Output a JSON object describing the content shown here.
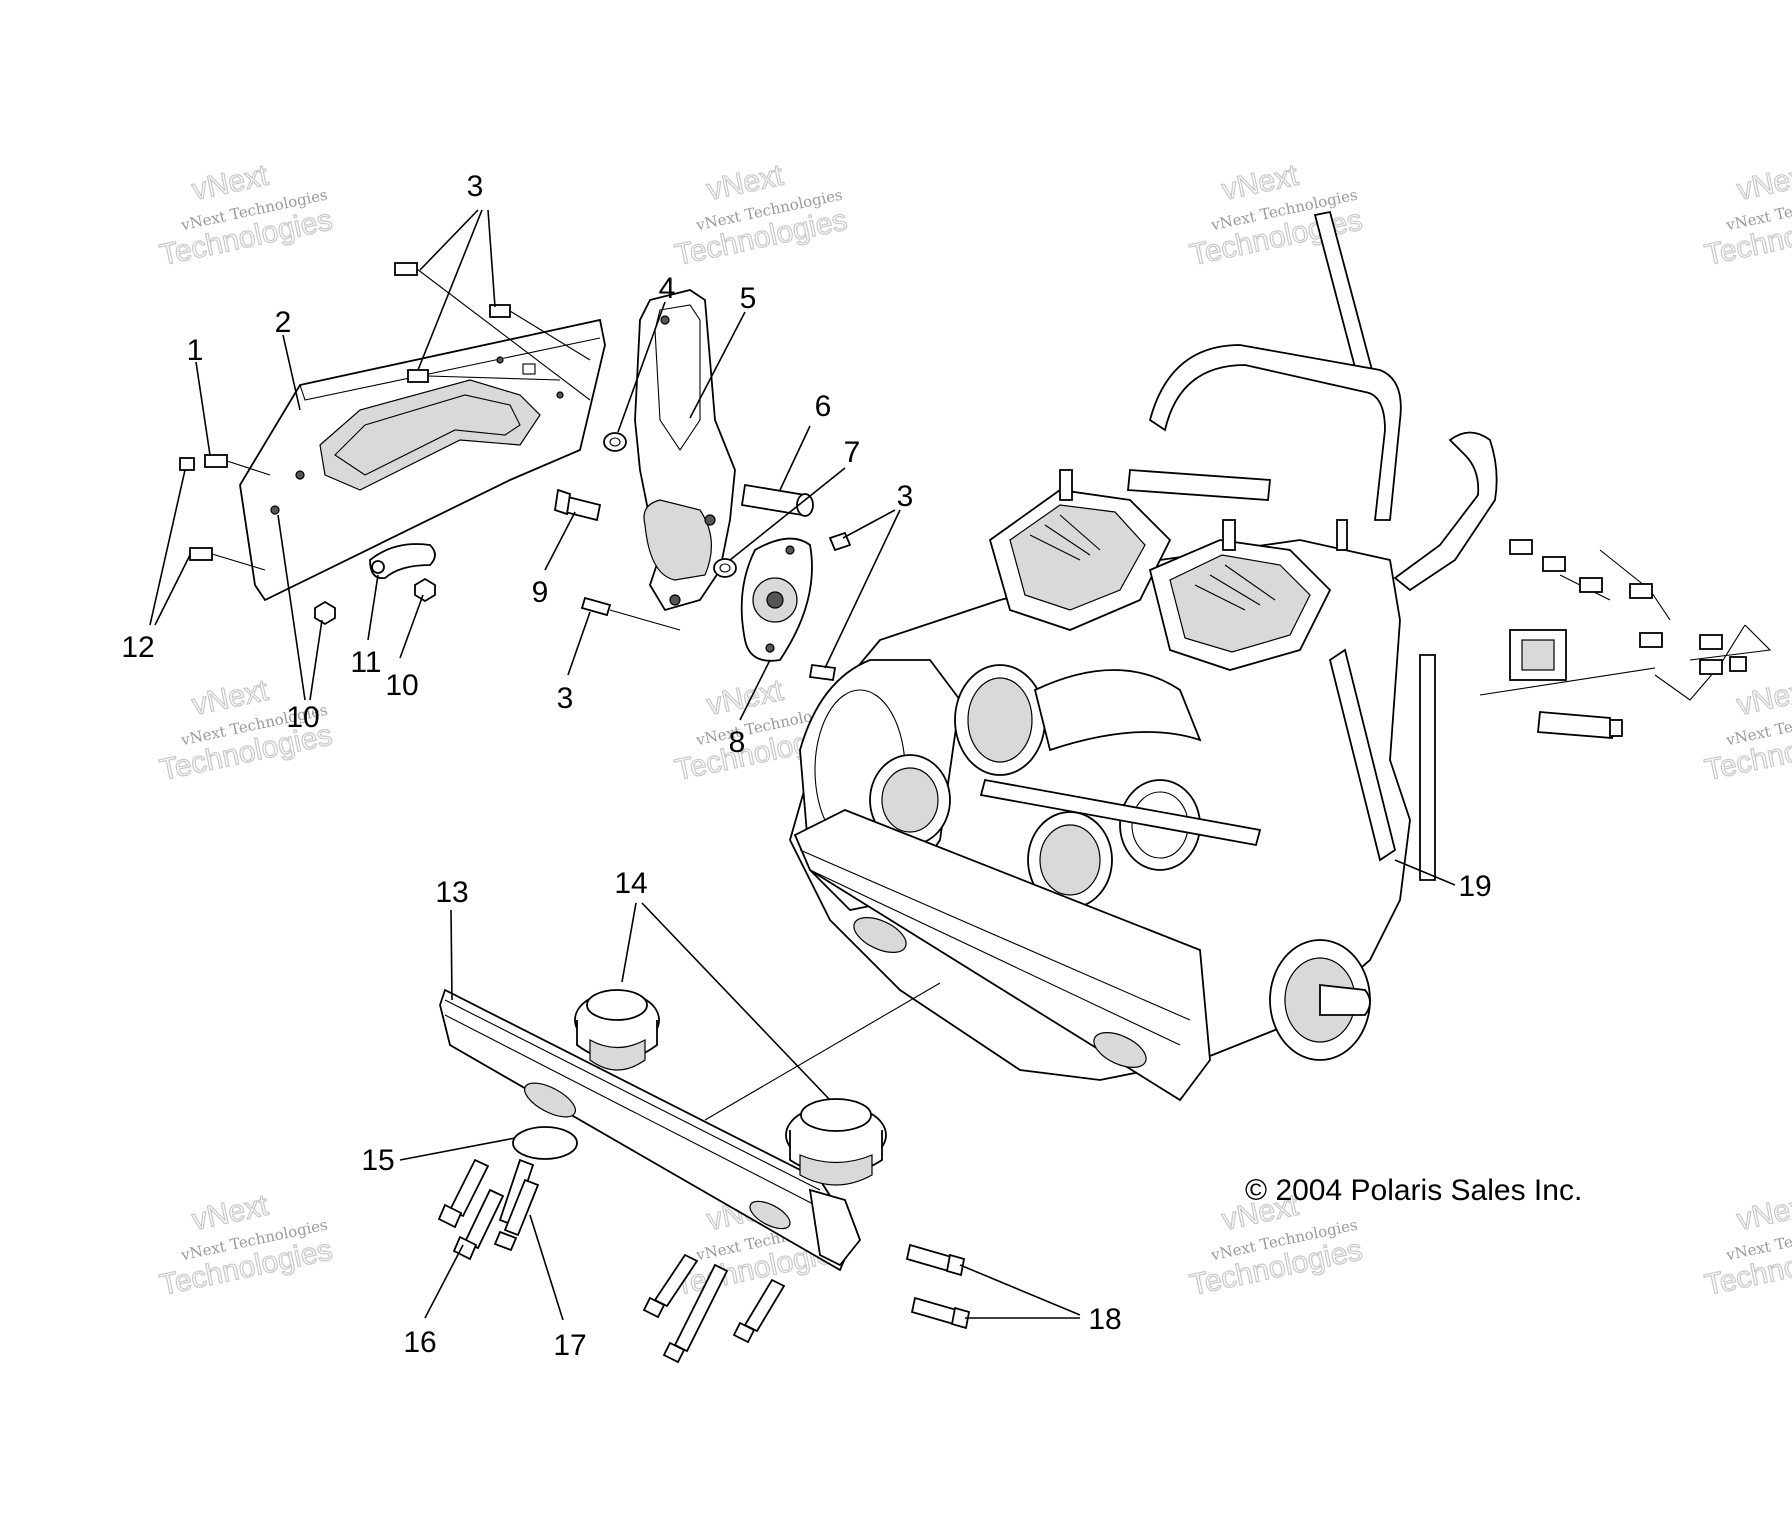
{
  "copyright": "© 2004 Polaris Sales Inc.",
  "watermark": {
    "line1": "vNext",
    "line2": "vNext Technologies",
    "line3": "Technologies"
  },
  "callouts": [
    {
      "id": "c1",
      "label": "1"
    },
    {
      "id": "c2",
      "label": "2"
    },
    {
      "id": "c3a",
      "label": "3"
    },
    {
      "id": "c3b",
      "label": "3"
    },
    {
      "id": "c3c",
      "label": "3"
    },
    {
      "id": "c4",
      "label": "4"
    },
    {
      "id": "c5",
      "label": "5"
    },
    {
      "id": "c6",
      "label": "6"
    },
    {
      "id": "c7",
      "label": "7"
    },
    {
      "id": "c8",
      "label": "8"
    },
    {
      "id": "c9",
      "label": "9"
    },
    {
      "id": "c10a",
      "label": "10"
    },
    {
      "id": "c10b",
      "label": "10"
    },
    {
      "id": "c11",
      "label": "11"
    },
    {
      "id": "c12",
      "label": "12"
    },
    {
      "id": "c13",
      "label": "13"
    },
    {
      "id": "c14",
      "label": "14"
    },
    {
      "id": "c15",
      "label": "15"
    },
    {
      "id": "c16",
      "label": "16"
    },
    {
      "id": "c17",
      "label": "17"
    },
    {
      "id": "c18",
      "label": "18"
    },
    {
      "id": "c19",
      "label": "19"
    }
  ]
}
